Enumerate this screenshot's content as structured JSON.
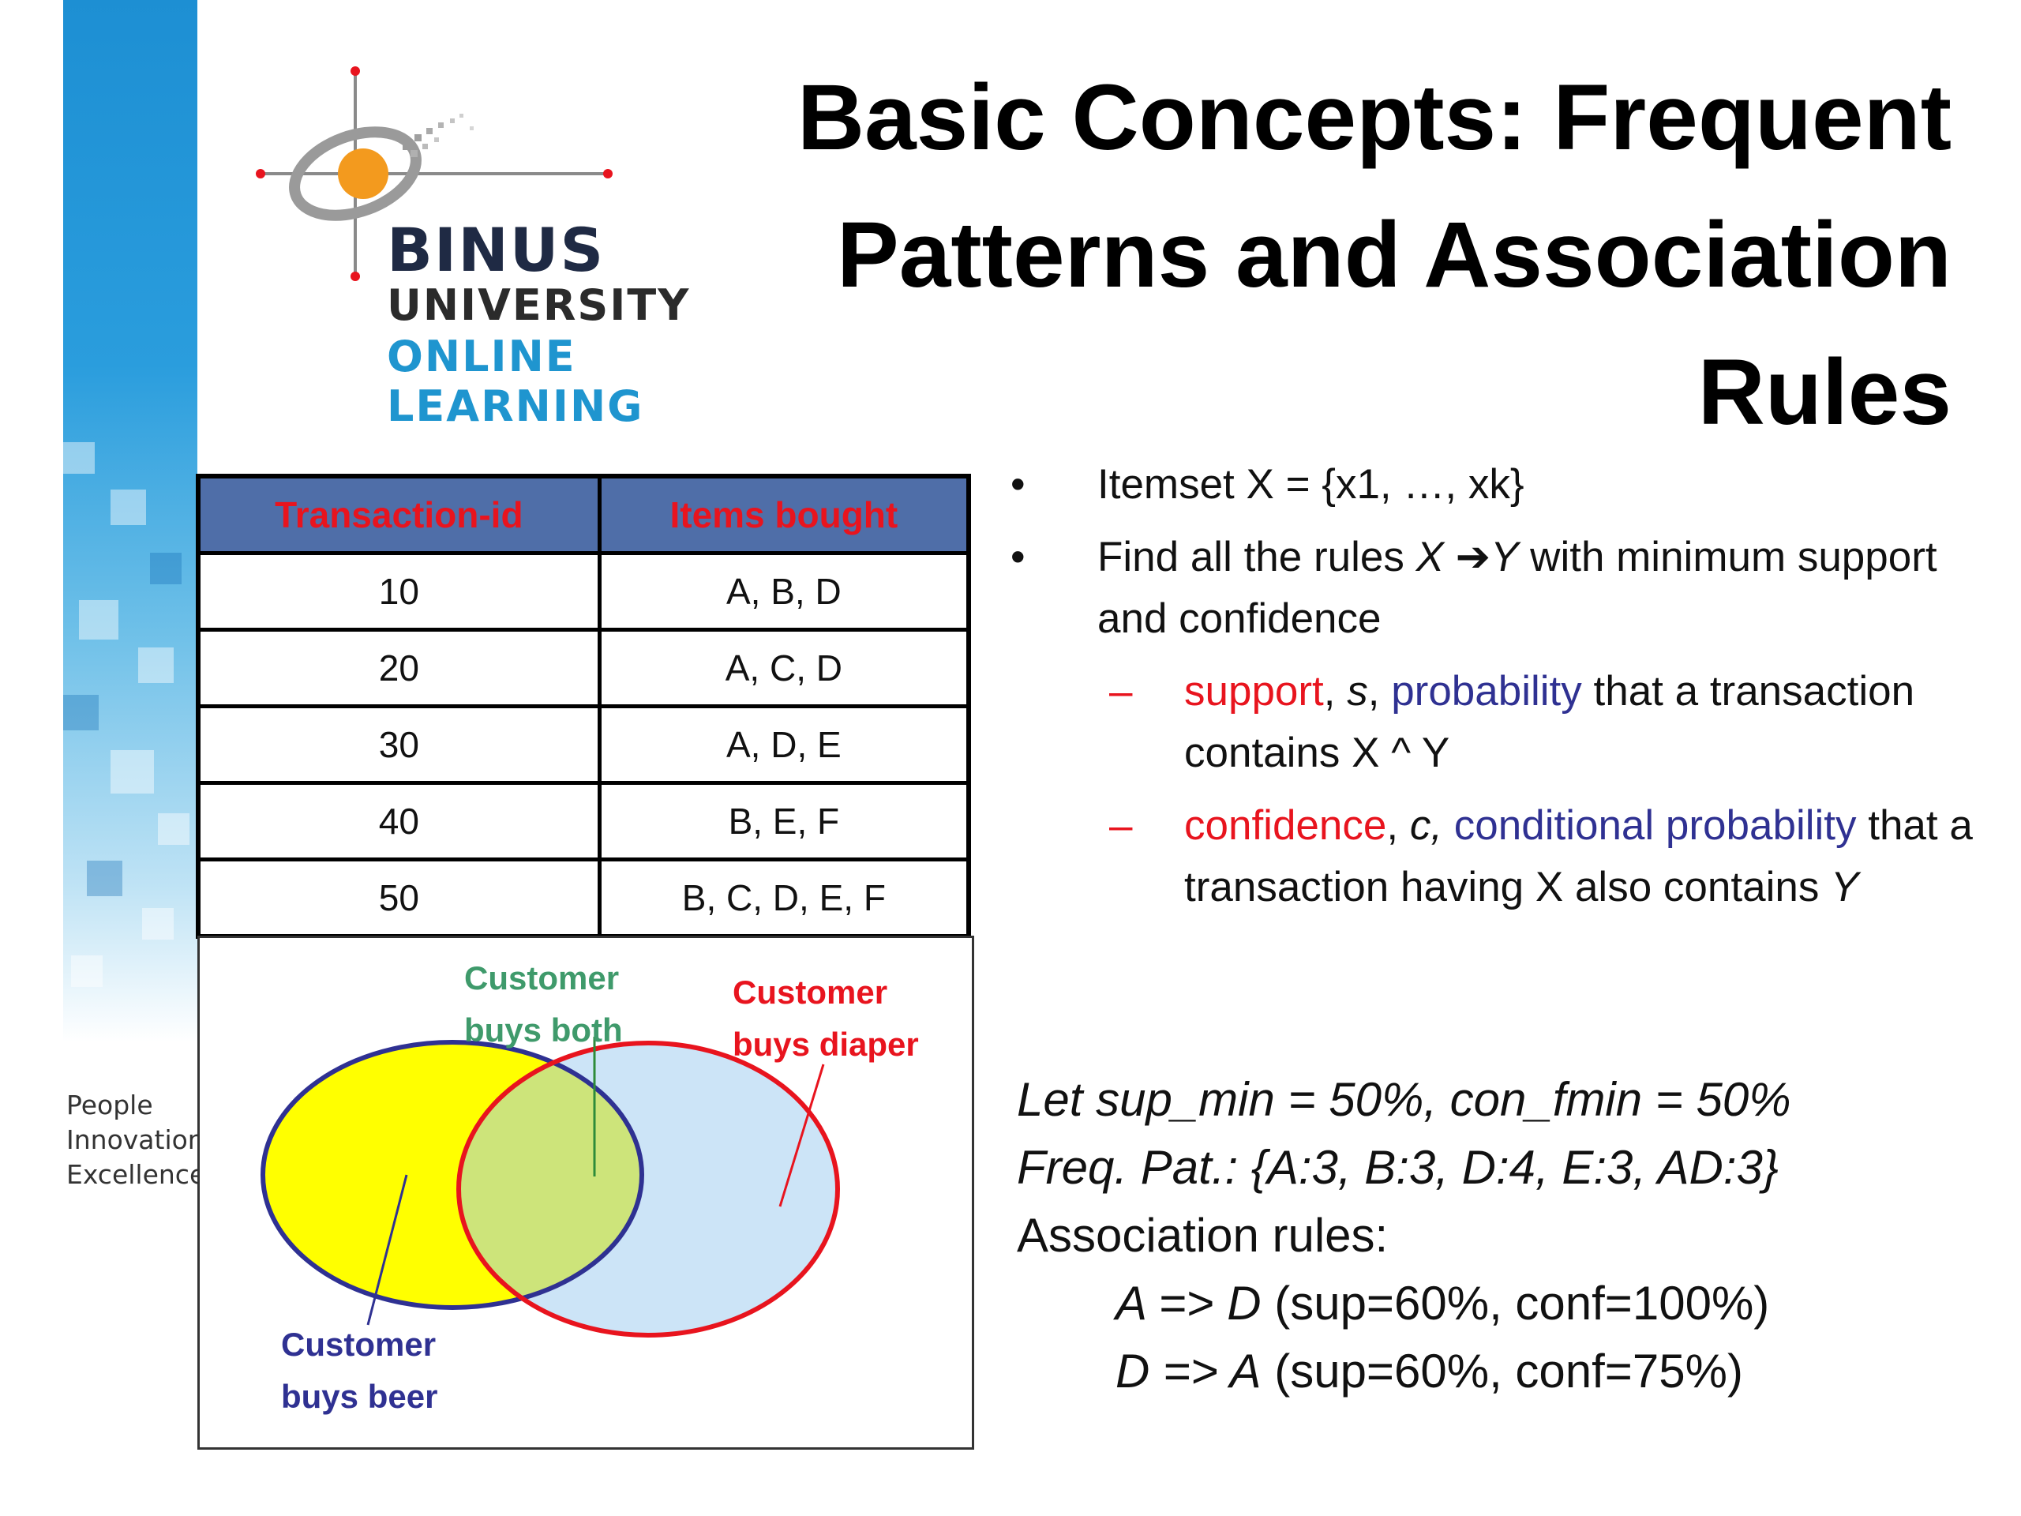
{
  "title": {
    "line1": "Basic Concepts: Frequent",
    "line2": "Patterns and Association",
    "line3": "Rules"
  },
  "logo": {
    "binus": "BINUS",
    "university": "UNIVERSITY",
    "online": "ONLINE",
    "learning": "LEARNING"
  },
  "tagline": {
    "line1": "People",
    "line2": "Innovation",
    "line3": "Excellence"
  },
  "table": {
    "headers": [
      "Transaction-id",
      "Items bought"
    ],
    "rows": [
      [
        "10",
        "A, B, D"
      ],
      [
        "20",
        "A, C, D"
      ],
      [
        "30",
        "A, D, E"
      ],
      [
        "40",
        "B, E, F"
      ],
      [
        "50",
        "B, C, D, E, F"
      ]
    ]
  },
  "venn": {
    "both_line1": "Customer",
    "both_line2": "buys both",
    "diaper_line1": "Customer",
    "diaper_line2": "buys diaper",
    "beer_line1": "Customer",
    "beer_line2": "buys beer",
    "colors": {
      "beer_fill": "#ffff00",
      "beer_stroke": "#2f3192",
      "diaper_fill": "#cce4f7",
      "diaper_stroke": "#e8141e",
      "overlap_fill": "#cde47a"
    }
  },
  "bullets": {
    "bullet_char": "•",
    "dash_char": "–",
    "b1": "Itemset X = {x1, …, xk}",
    "b2_pre": "Find all the rules ",
    "b2_x": "X ",
    "b2_arrow": "➔",
    "b2_y": "Y",
    "b2_post": " with minimum support and confidence",
    "s1_support": "support",
    "s1_comma1": ", ",
    "s1_s": "s",
    "s1_comma2": ", ",
    "s1_prob": "probability",
    "s1_rest": " that a transaction contains X ^ Y",
    "s2_conf": "confidence",
    "s2_comma1": ", ",
    "s2_c": "c,",
    "s2_space": " ",
    "s2_condprob": "conditional probability",
    "s2_rest": " that a transaction having X also contains ",
    "s2_y": "Y"
  },
  "rules": {
    "line1": "Let  sup_min = 50%,  con_fmin = 50%",
    "line2": "Freq. Pat.: {A:3, B:3, D:4, E:3, AD:3}",
    "line3": "Association rules:",
    "rule1_lhs": "A => D",
    "rule1_rest": "  (sup=60%, conf=100%)",
    "rule2_lhs": "D => A",
    "rule2_rest": "  (sup=60%, conf=75%)"
  }
}
